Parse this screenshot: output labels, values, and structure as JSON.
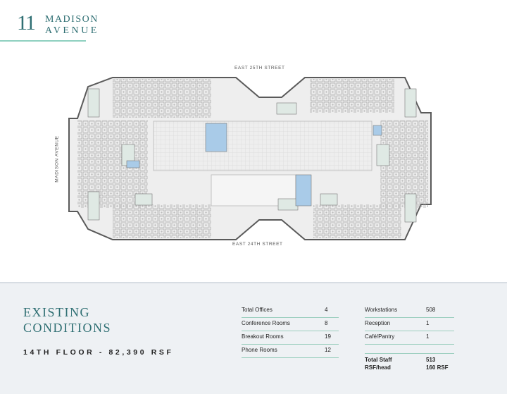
{
  "logo": {
    "number": "11",
    "line1": "MADISON",
    "line2": "AVENUE"
  },
  "streets": {
    "north": "EAST 25TH STREET",
    "south": "EAST 24TH STREET",
    "west": "MADISON AVENUE"
  },
  "footer": {
    "title_line1": "EXISTING",
    "title_line2": "CONDITIONS",
    "subtitle": "14TH FLOOR - 82,390 RSF"
  },
  "stats_left": [
    {
      "label": "Total Offices",
      "value": "4"
    },
    {
      "label": "Conference Rooms",
      "value": "8"
    },
    {
      "label": "Breakout Rooms",
      "value": "19"
    },
    {
      "label": "Phone Rooms",
      "value": "12"
    }
  ],
  "stats_right": [
    {
      "label": "Workstations",
      "value": "508"
    },
    {
      "label": "Reception",
      "value": "1"
    },
    {
      "label": "Café/Pantry",
      "value": "1"
    }
  ],
  "totals": [
    {
      "label": "Total Staff",
      "value": "513"
    },
    {
      "label": "RSF/head",
      "value": "160 RSF"
    }
  ],
  "colors": {
    "accent": "#2f6f73",
    "rule": "#9ccfbf",
    "room": "#dfe9e4",
    "blue": "#a9cbe8"
  }
}
